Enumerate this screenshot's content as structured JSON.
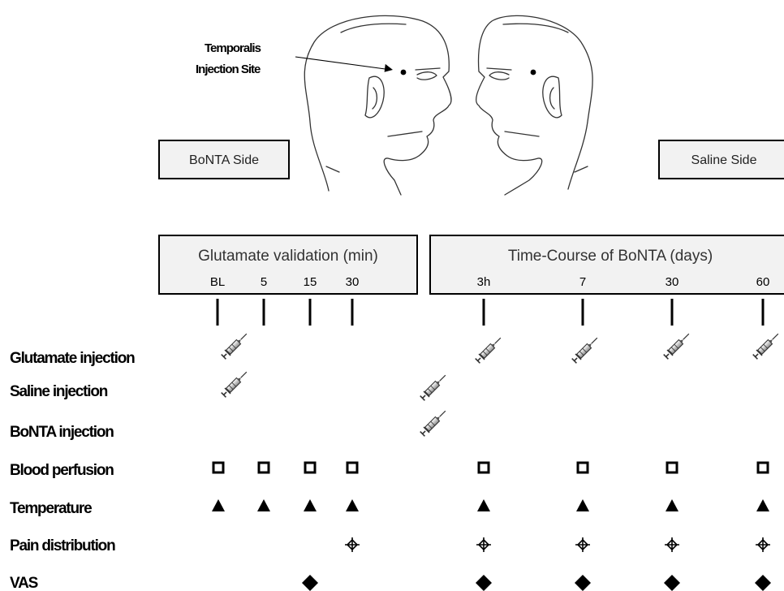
{
  "annotation": {
    "line1": "Temporalis",
    "line2": "Injection Site"
  },
  "sides": {
    "left": "BoNTA Side",
    "right": "Saline Side"
  },
  "panels": {
    "glutamate": {
      "title": "Glutamate validation (min)",
      "ticks": [
        "BL",
        "5",
        "15",
        "30"
      ]
    },
    "timecourse": {
      "title": "Time-Course of BoNTA (days)",
      "ticks": [
        "3h",
        "7",
        "30",
        "60"
      ]
    }
  },
  "rows": [
    {
      "id": "glutamate-injection",
      "label": "Glutamate injection"
    },
    {
      "id": "saline-injection",
      "label": "Saline injection"
    },
    {
      "id": "bonta-injection",
      "label": "BoNTA injection"
    },
    {
      "id": "blood-perfusion",
      "label": "Blood perfusion"
    },
    {
      "id": "temperature",
      "label": "Temperature"
    },
    {
      "id": "pain-distribution",
      "label": "Pain distribution"
    },
    {
      "id": "vas",
      "label": "VAS"
    }
  ],
  "icons": {
    "injection": "syringe-icon",
    "blood_perfusion": "open-square-icon",
    "temperature": "filled-triangle-icon",
    "pain_distribution": "crosshair-diamond-icon",
    "vas": "filled-diamond-icon"
  },
  "schedule": {
    "glutamate-injection": [
      "BL",
      "3h",
      "7",
      "30",
      "60"
    ],
    "saline-injection": [
      "BL",
      "pre-3h"
    ],
    "bonta-injection": [
      "pre-3h"
    ],
    "blood-perfusion": [
      "BL",
      "5",
      "15",
      "30",
      "3h",
      "7",
      "30d",
      "60"
    ],
    "temperature": [
      "BL",
      "5",
      "15",
      "30",
      "3h",
      "7",
      "30d",
      "60"
    ],
    "pain-distribution": [
      "30",
      "3h",
      "7",
      "30d",
      "60"
    ],
    "vas": [
      "15",
      "3h",
      "7",
      "30d",
      "60"
    ]
  }
}
